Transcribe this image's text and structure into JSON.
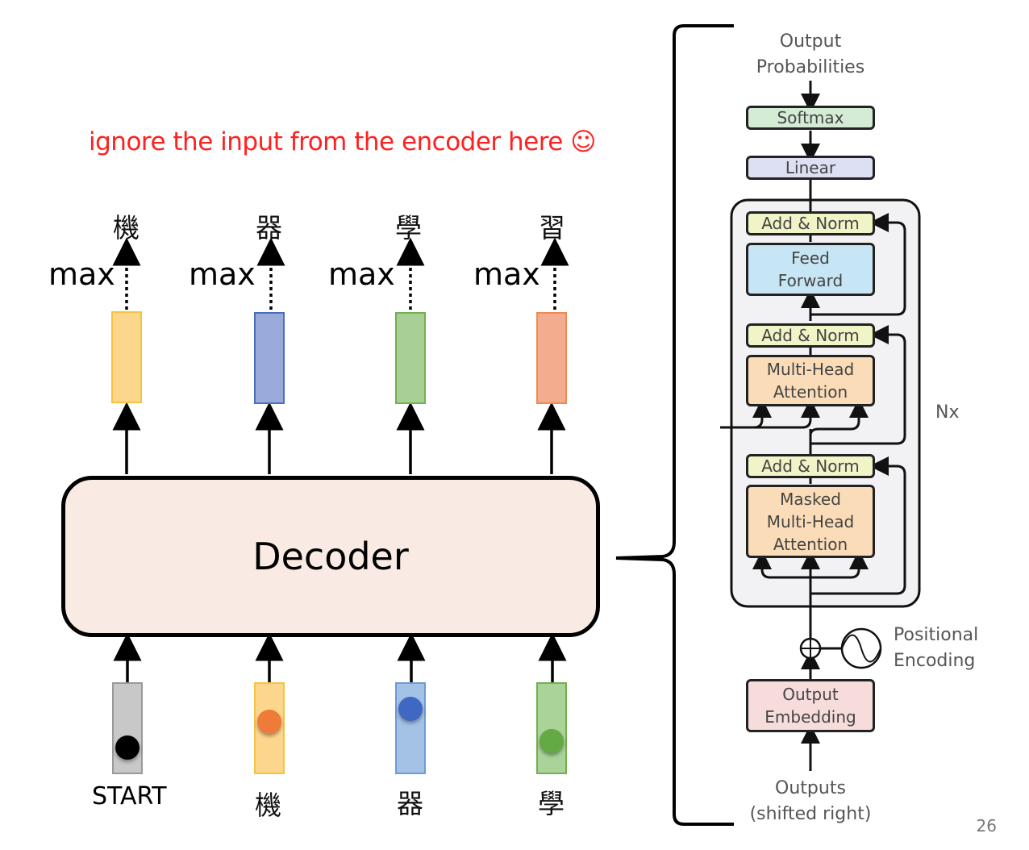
{
  "annotation": {
    "text": "ignore the input from the encoder here ☺",
    "color": "#ff2020"
  },
  "outputs": [
    {
      "token": "機",
      "op": "max",
      "color": "#fdd68e",
      "border": "#f5c342"
    },
    {
      "token": "器",
      "op": "max",
      "color": "#9aabdb",
      "border": "#4a6fbd"
    },
    {
      "token": "學",
      "op": "max",
      "color": "#a8d096",
      "border": "#72b050"
    },
    {
      "token": "習",
      "op": "max",
      "color": "#f3ac8d",
      "border": "#ee8a55"
    }
  ],
  "decoder": {
    "label": "Decoder",
    "fill": "#f9ebe3"
  },
  "inputs": [
    {
      "token": "START",
      "color": "#c8c8c8",
      "border": "#999999",
      "dot_color": "#000000",
      "dot_level": 0.8
    },
    {
      "token": "機",
      "color": "#fdd68e",
      "border": "#f5c342",
      "dot_color": "#ee7b38",
      "dot_level": 0.4
    },
    {
      "token": "器",
      "color": "#a4c2e6",
      "border": "#6d9bd3",
      "dot_color": "#3e68c2",
      "dot_level": 0.2
    },
    {
      "token": "學",
      "color": "#aad39a",
      "border": "#72b050",
      "dot_color": "#64aa44",
      "dot_level": 0.7
    }
  ],
  "transformer_decoder": {
    "output_label_line1": "Output",
    "output_label_line2": "Probabilities",
    "softmax": "Softmax",
    "linear": "Linear",
    "add_norm_1": "Add & Norm",
    "feed_forward_line1": "Feed",
    "feed_forward_line2": "Forward",
    "add_norm_2": "Add & Norm",
    "mha_line1": "Multi-Head",
    "mha_line2": "Attention",
    "add_norm_3": "Add & Norm",
    "masked_line1": "Masked",
    "masked_line2": "Multi-Head",
    "masked_line3": "Attention",
    "repeat": "Nx",
    "pos_enc_line1": "Positional",
    "pos_enc_line2": "Encoding",
    "embedding_line1": "Output",
    "embedding_line2": "Embedding",
    "input_line1": "Outputs",
    "input_line2": "(shifted right)",
    "colors": {
      "softmax": "#d4ecd6",
      "linear": "#dde0f2",
      "add_norm": "#f0f4c6",
      "feed_forward": "#c6e6f5",
      "attention": "#fbdcb8",
      "embedding": "#f7dcdc",
      "block_bg": "#f2f2f4"
    }
  },
  "page_number": "26"
}
